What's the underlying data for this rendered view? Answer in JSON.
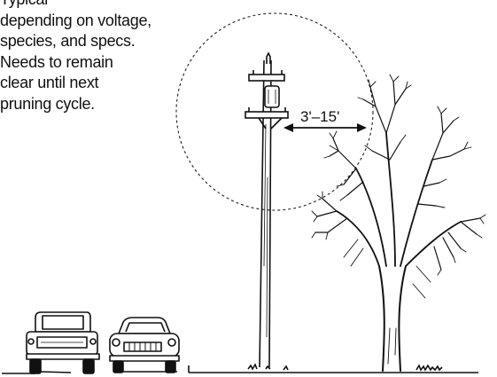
{
  "caption": {
    "lines": [
      "Typical",
      "depending on voltage,",
      "species, and specs.",
      "Needs to remain",
      "clear until next",
      "pruning cycle."
    ]
  },
  "clearance_label": "3'–15'",
  "icons": [
    "utility-pole-icon",
    "tree-icon",
    "car-icon",
    "truck-icon"
  ]
}
